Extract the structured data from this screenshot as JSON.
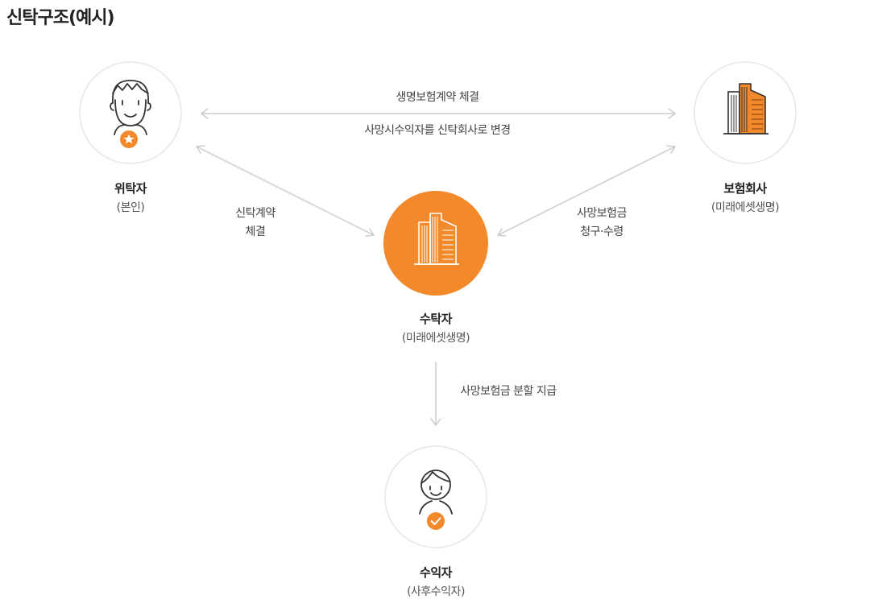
{
  "title": "신탁구조(예시)",
  "colors": {
    "accent": "#f28a2b",
    "circle_border": "#e6e6e6",
    "arrow": "#cccccc",
    "icon_stroke": "#333333"
  },
  "nodes": {
    "settlor": {
      "name": "위탁자",
      "sub": "(본인)",
      "icon": "person-icon",
      "badge": "star-badge-icon"
    },
    "insurer": {
      "name": "보험회사",
      "sub": "(미래에셋생명)",
      "icon": "building-icon"
    },
    "trustee": {
      "name": "수탁자",
      "sub": "(미래에셋생명)",
      "icon": "building-icon"
    },
    "beneficiary": {
      "name": "수익자",
      "sub": "(사후수익자)",
      "icon": "person-icon",
      "badge": "check-badge-icon"
    }
  },
  "edges": {
    "insurance_contract": "생명보험계약 체결",
    "beneficiary_change": "사망시수익자를 신탁회사로 변경",
    "trust_contract_line1": "신탁계약",
    "trust_contract_line2": "체결",
    "claim_line1": "사망보험금",
    "claim_line2": "청구·수령",
    "installment_payment": "사망보험금 분할 지급"
  }
}
